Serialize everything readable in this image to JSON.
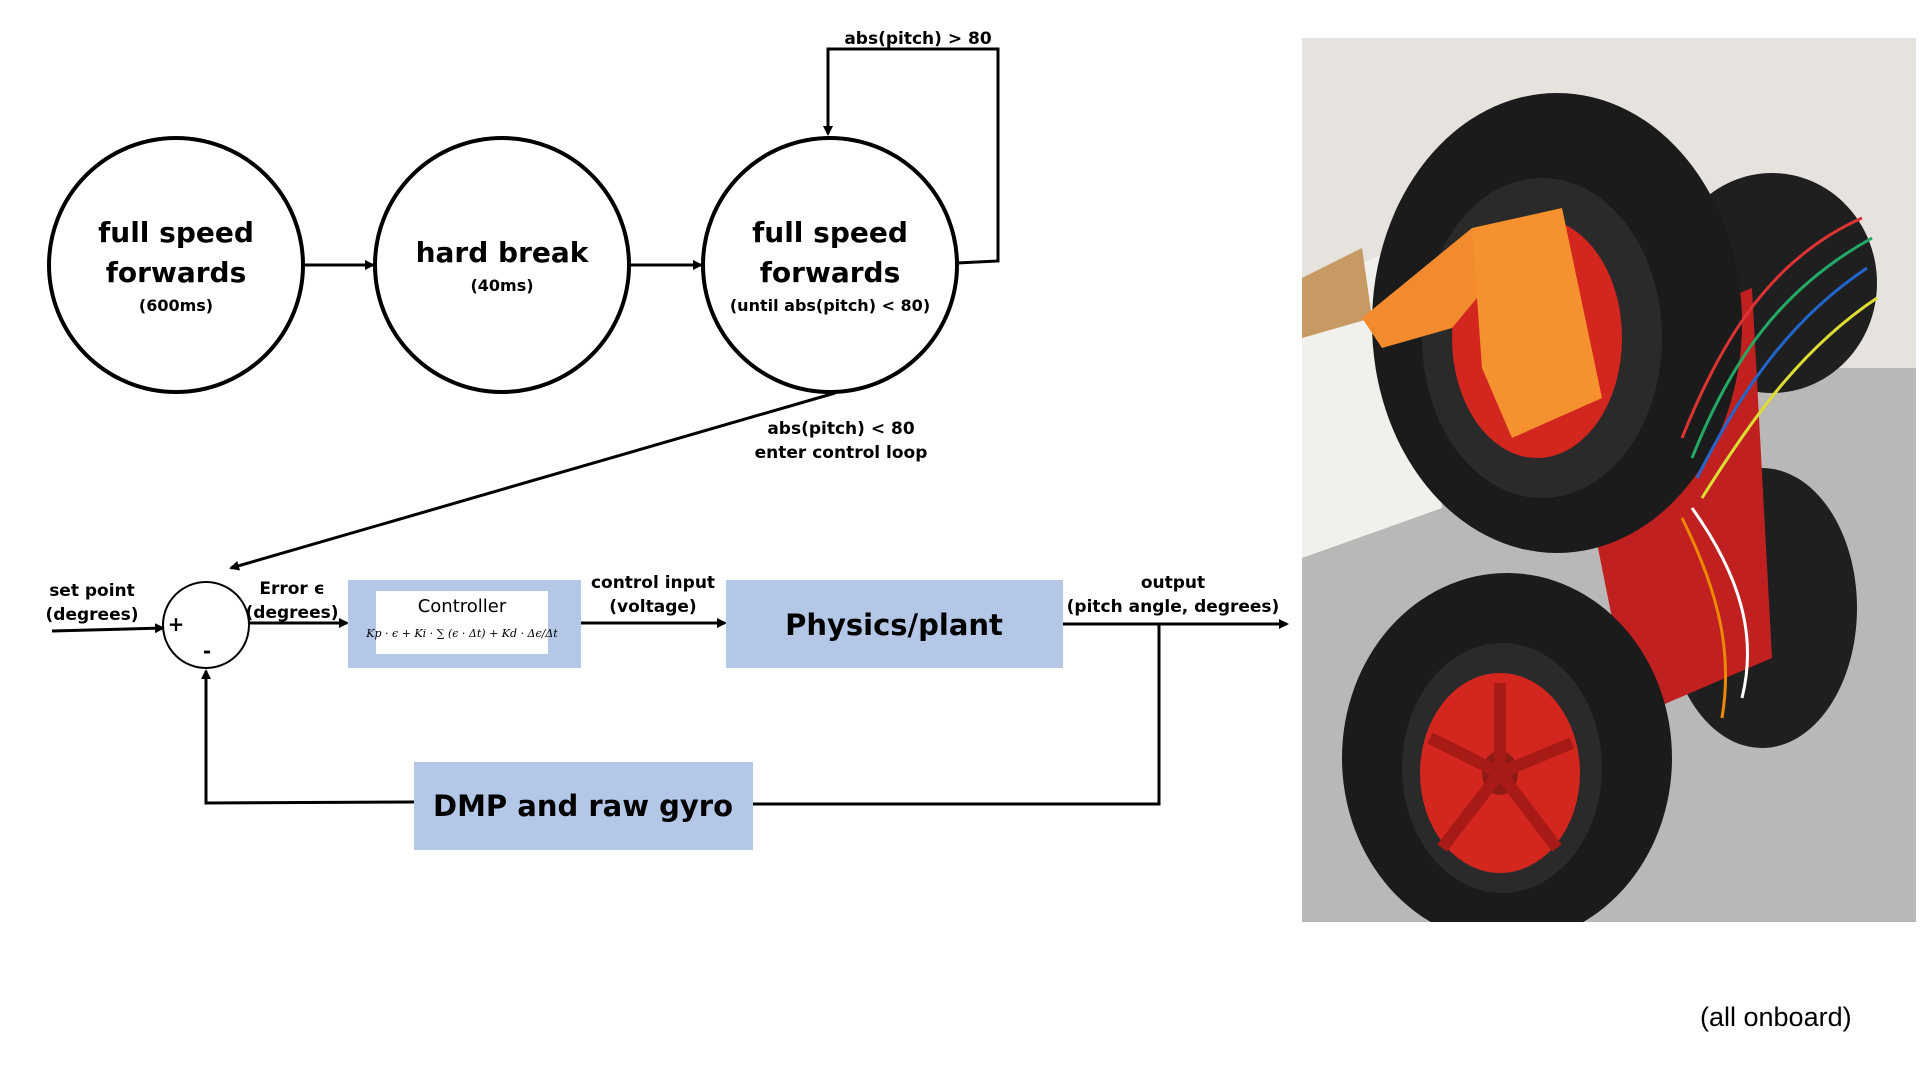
{
  "states": [
    {
      "title_line1": "full speed",
      "title_line2": "forwards",
      "detail": "(600ms)"
    },
    {
      "title_line1": "hard break",
      "title_line2": "",
      "detail": "(40ms)"
    },
    {
      "title_line1": "full speed",
      "title_line2": "forwards",
      "detail": "(until abs(pitch) < 80)"
    }
  ],
  "self_loop_label": "abs(pitch) > 80",
  "exit_label": {
    "line1": "abs(pitch) < 80",
    "line2": "enter control loop"
  },
  "control_loop": {
    "setpoint": {
      "line1": "set point",
      "line2": "(degrees)"
    },
    "sum_plus": "+",
    "sum_minus": "-",
    "error": {
      "line1": "Error ϵ",
      "line2": "(degrees)"
    },
    "controller_title": "Controller",
    "controller_formula": "Kp · ϵ + Ki · ∑ (ϵ · Δt) + Kd · Δϵ/Δt",
    "control_input": {
      "line1": "control input",
      "line2": "(voltage)"
    },
    "plant": "Physics/plant",
    "output": {
      "line1": "output",
      "line2": "(pitch angle, degrees)"
    },
    "sensor": "DMP and raw gyro"
  },
  "block_color": "#b4c7e7",
  "photo": {
    "subject": "red-and-black-robot-car-with-tape-photo"
  },
  "footnote": "(all onboard)"
}
